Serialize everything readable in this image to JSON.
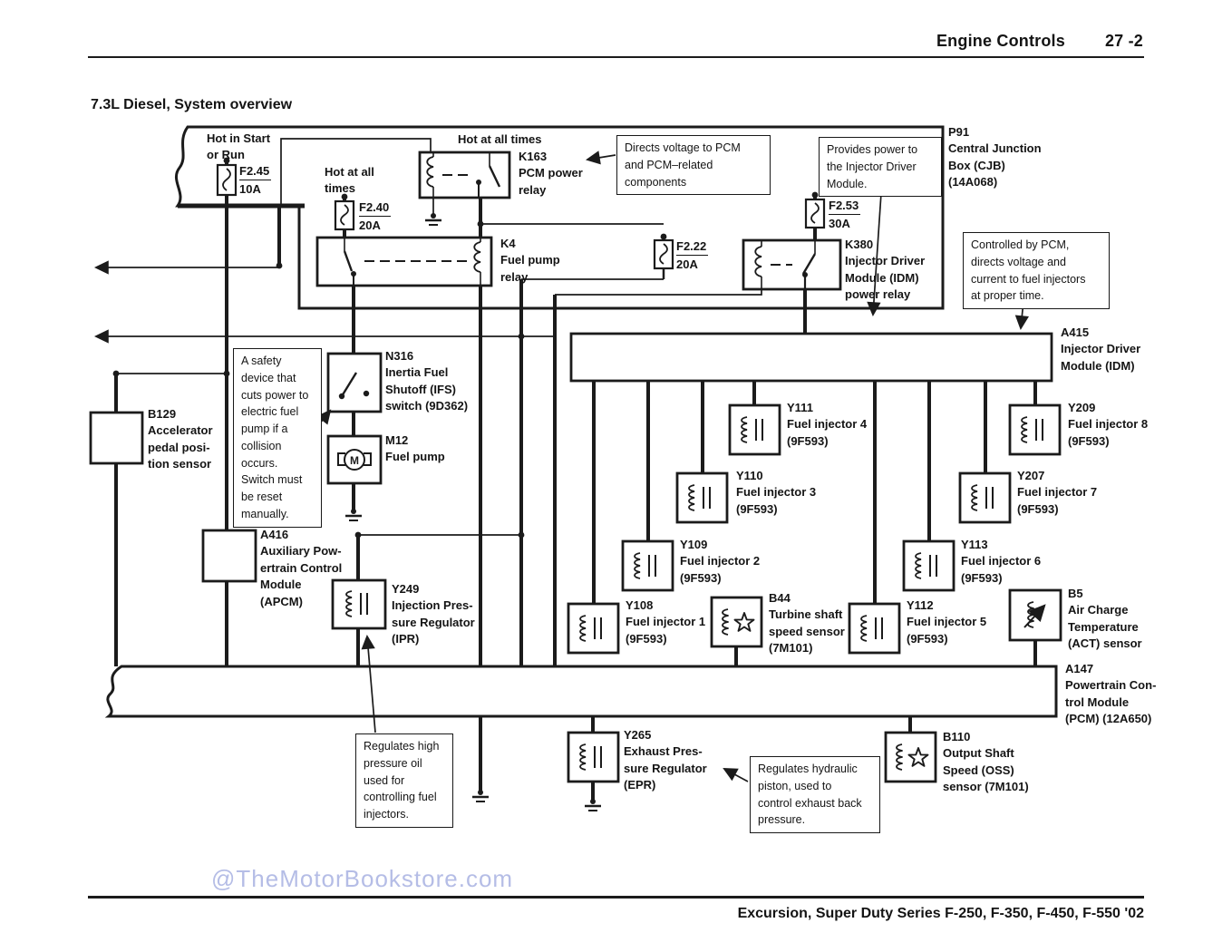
{
  "header": {
    "section": "Engine Controls",
    "page": "27 -2"
  },
  "title": "7.3L Diesel, System overview",
  "feeds": {
    "hot_in_start": "Hot in Start\nor Run",
    "hot_all_times_pcm": "Hot at all times",
    "hot_all_times_pump": "Hot at all\ntimes"
  },
  "fuses": {
    "f245": {
      "name": "F2.45",
      "rating": "10A"
    },
    "f240": {
      "name": "F2.40",
      "rating": "20A"
    },
    "f253": {
      "name": "F2.53",
      "rating": "30A"
    },
    "f222": {
      "name": "F2.22",
      "rating": "20A"
    }
  },
  "components": {
    "p91": "P91\nCentral Junction\nBox (CJB)\n(14A068)",
    "k163": "K163\nPCM power\nrelay",
    "k4": "K4\nFuel pump\nrelay",
    "k380": "K380\nInjector Driver\nModule (IDM)\npower relay",
    "a415": "A415\nInjector Driver\nModule (IDM)",
    "b129": "B129\nAccelerator\npedal posi-\ntion sensor",
    "n316": "N316\nInertia Fuel\nShutoff (IFS)\nswitch (9D362)",
    "m12": "M12\nFuel pump",
    "a416": "A416\nAuxiliary Pow-\nertrain Control\nModule\n(APCM)",
    "y249": "Y249\nInjection Pres-\nsure Regulator\n(IPR)",
    "y108": "Y108\nFuel injector 1\n(9F593)",
    "y109": "Y109\nFuel injector 2\n(9F593)",
    "y110": "Y110\nFuel injector 3\n(9F593)",
    "y111": "Y111\nFuel injector 4\n(9F593)",
    "y112": "Y112\nFuel injector 5\n(9F593)",
    "y113": "Y113\nFuel injector 6\n(9F593)",
    "y207": "Y207\nFuel injector 7\n(9F593)",
    "y209": "Y209\nFuel injector 8\n(9F593)",
    "b44": "B44\nTurbine shaft\nspeed sensor\n(7M101)",
    "b5": "B5\nAir Charge\nTemperature\n(ACT) sensor",
    "a147": "A147\nPowertrain Con-\ntrol Module\n(PCM) (12A650)",
    "y265": "Y265\nExhaust Pres-\nsure Regulator\n(EPR)",
    "b110": "B110\nOutput Shaft\nSpeed (OSS)\nsensor (7M101)",
    "motor_letter": "M"
  },
  "notes": {
    "directs_voltage": "Directs voltage to PCM\nand PCM–related\ncomponents",
    "provides_power": "Provides power to\nthe Injector Driver\nModule.",
    "controlled_by_pcm": "Controlled by PCM,\ndirects voltage and\ncurrent to fuel injectors\nat proper time.",
    "safety_device": "A safety\ndevice that\ncuts power to\nelectric fuel\npump if a\ncollision\noccurs.\nSwitch must\nbe reset\nmanually.",
    "regulates_oil": "Regulates high\npressure oil\nused for\ncontrolling fuel\ninjectors.",
    "regulates_piston": "Regulates hydraulic\npiston, used to\ncontrol exhaust back\npressure."
  },
  "watermark": "@TheMotorBookstore.com",
  "footer": "Excursion, Super Duty Series F-250, F-350, F-450, F-550 '02",
  "colors": {
    "ink": "#1b1b1b",
    "watermark": "#b5bde6"
  }
}
